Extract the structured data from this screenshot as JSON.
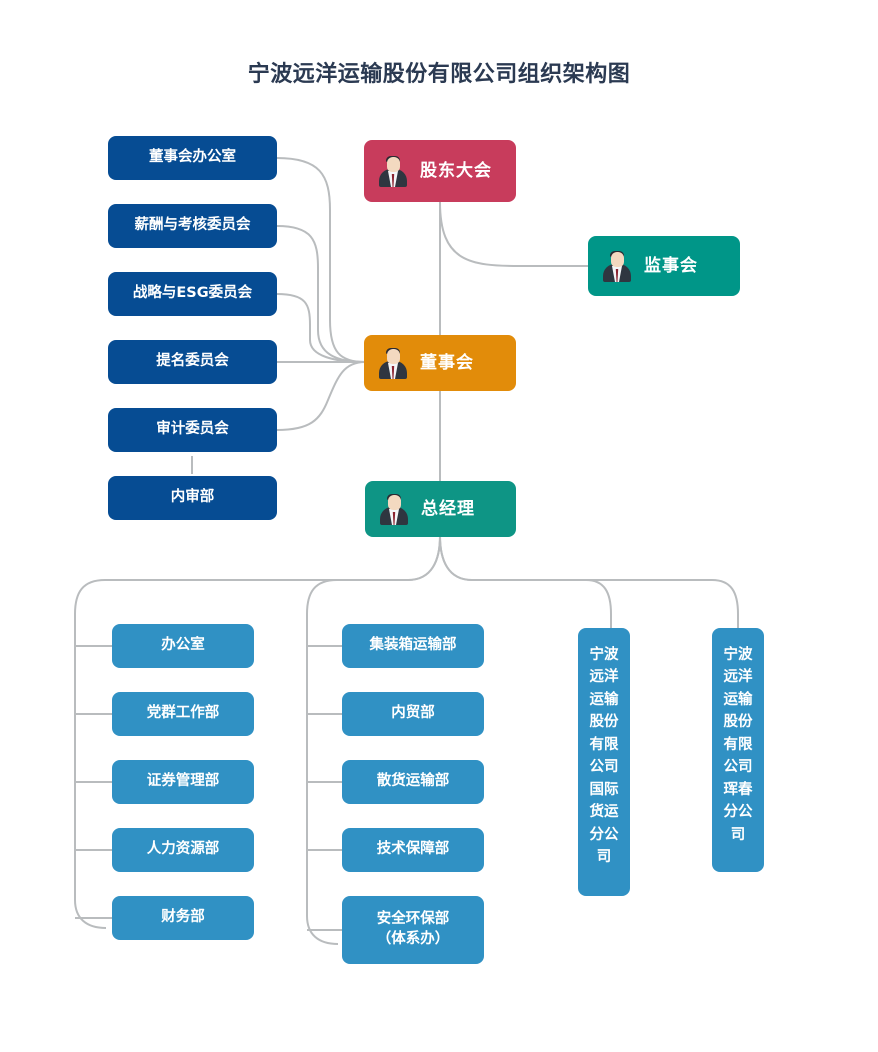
{
  "title": "宁波远洋运输股份有限公司组织架构图",
  "colors": {
    "dark_blue": "#064C93",
    "light_blue": "#3091C4",
    "teal": "#009688",
    "teal_manager": "#0E9585",
    "crimson": "#C83C5C",
    "orange": "#E28C0A",
    "connector": "#b9bcbe",
    "title_text": "#2b3a52"
  },
  "executives": [
    {
      "id": "shareholders",
      "label": "股东大会",
      "icon": "businessman-avatar-icon",
      "color": "#C83C5C"
    },
    {
      "id": "supervisors",
      "label": "监事会",
      "icon": "businessman-avatar-icon",
      "color": "#009688"
    },
    {
      "id": "board",
      "label": "董事会",
      "icon": "businessman-avatar-icon",
      "color": "#E28C0A"
    },
    {
      "id": "general-manager",
      "label": "总经理",
      "icon": "businessman-avatar-icon",
      "color": "#0E9585"
    }
  ],
  "committees": [
    {
      "label": "董事会办公室"
    },
    {
      "label": "薪酬与考核委员会"
    },
    {
      "label": "战略与ESG委员会"
    },
    {
      "label": "提名委员会"
    },
    {
      "label": "审计委员会"
    },
    {
      "label": "内审部"
    }
  ],
  "departments_group_1": [
    {
      "label": "办公室"
    },
    {
      "label": "党群工作部"
    },
    {
      "label": "证券管理部"
    },
    {
      "label": "人力资源部"
    },
    {
      "label": "财务部"
    }
  ],
  "departments_group_2": [
    {
      "label": "集装箱运输部"
    },
    {
      "label": "内贸部"
    },
    {
      "label": "散货运输部"
    },
    {
      "label": "技术保障部"
    },
    {
      "label": "安全环保部（体系办）"
    }
  ],
  "branches": [
    {
      "label": "宁波远洋运输股份有限公司国际货运分公司"
    },
    {
      "label": "宁波远洋运输股份有限公司珲春分公司"
    }
  ]
}
